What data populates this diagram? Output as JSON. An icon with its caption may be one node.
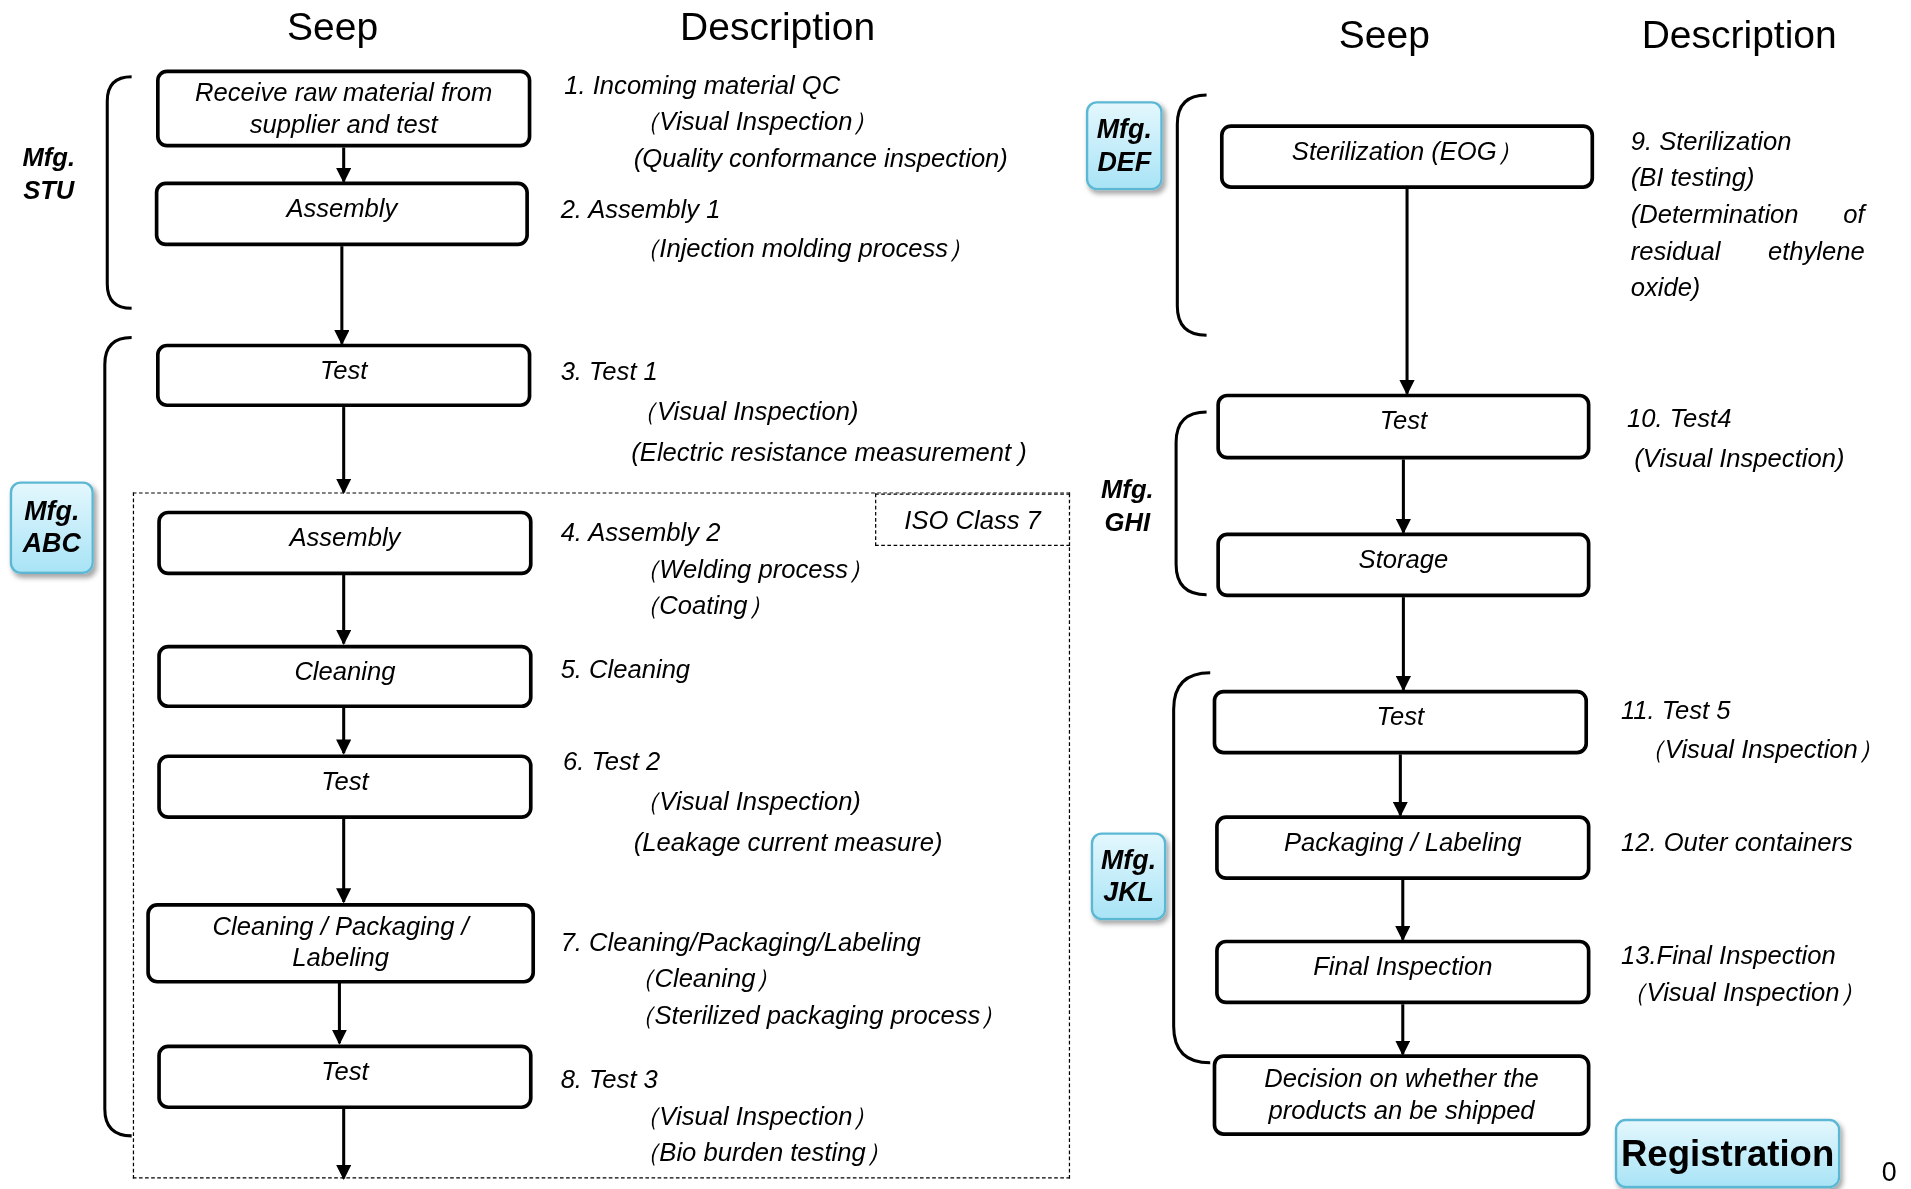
{
  "diagram": {
    "nodes": [
      {
        "text": [
          "Receive raw material from supplier and test"
        ],
        "beside": [
          "1.  Incoming material QC",
          "（Visual Inspection）",
          "(Quality conformance inspection)"
        ]
      },
      {
        "text": [
          "Assembly"
        ],
        "beside": [
          "2.  Assembly 1",
          "（Injection molding process）"
        ]
      },
      {
        "text": [
          "Test"
        ],
        "beside": [
          "3.  Test 1",
          "（Visual Inspection)",
          "(Electric resistance measurement )"
        ]
      },
      {
        "text": [
          "ISO Class 7"
        ]
      },
      {
        "text": [
          "Assembly"
        ],
        "in": 3,
        "beside": [
          "4.  Assembly 2",
          "（Welding process）",
          "（Coating）"
        ]
      },
      {
        "text": [
          "Cleaning"
        ],
        "in": 3,
        "beside": [
          "5.  Cleaning"
        ]
      },
      {
        "text": [
          "Test"
        ],
        "in": 3,
        "beside": [
          "6.  Test 2",
          "（Visual Inspection)",
          "(Leakage current measure)"
        ]
      },
      {
        "text": [
          "Cleaning / Packaging / Labeling"
        ],
        "in": 3,
        "beside": [
          "7.  Cleaning/Packaging/Labeling",
          "（Cleaning）",
          "（Sterilized packaging process）"
        ]
      },
      {
        "text": [
          "Test"
        ],
        "in": 3,
        "beside": [
          "8.  Test 3",
          "（Visual Inspection）",
          "（Bio burden testing）"
        ]
      },
      {
        "text": [
          "Sterilization (EOG）"
        ],
        "beside": [
          "9.  Sterilization",
          "(BI testing)",
          "(Determination of residual ethylene oxide)"
        ]
      },
      {
        "text": [
          "Test"
        ],
        "beside": [
          "10.  Test4",
          "(Visual Inspection)"
        ]
      },
      {
        "text": [
          "Storage"
        ]
      },
      {
        "text": [
          "Test"
        ],
        "beside": [
          "11.  Test 5",
          "（Visual Inspection）"
        ]
      },
      {
        "text": [
          "Packaging / Labeling"
        ],
        "beside": [
          "12.  Outer containers"
        ]
      },
      {
        "text": [
          "Final Inspection"
        ],
        "beside": [
          "13.Final  Inspection",
          "（Visual Inspection）"
        ]
      },
      {
        "text": [
          "Decision on whether the products an be shipped"
        ]
      },
      {
        "text": [
          "Mfg. ABC"
        ]
      },
      {
        "text": [
          "Mfg. DEF"
        ]
      },
      {
        "text": [
          "Mfg. JKL"
        ]
      },
      {
        "text": [
          "Registration"
        ]
      }
    ],
    "edges": [
      {
        "from": 0,
        "to": 1,
        "arrow": "to"
      },
      {
        "from": 1,
        "to": 2,
        "arrow": "to"
      },
      {
        "from": 2,
        "to": 3,
        "arrow": "to"
      },
      {
        "from": 4,
        "to": 5,
        "arrow": "to"
      },
      {
        "from": 5,
        "to": 6,
        "arrow": "to"
      },
      {
        "from": 6,
        "to": 7,
        "arrow": "to"
      },
      {
        "from": 7,
        "to": 8,
        "arrow": "to"
      },
      {
        "from": 8,
        "to": null,
        "arrow": "to"
      },
      {
        "from": 9,
        "to": 10,
        "arrow": "to"
      },
      {
        "from": 10,
        "to": 11,
        "arrow": "to"
      },
      {
        "from": 11,
        "to": 12,
        "arrow": "to"
      },
      {
        "from": 12,
        "to": 13,
        "arrow": "to"
      },
      {
        "from": 13,
        "to": 14,
        "arrow": "to"
      },
      {
        "from": 14,
        "to": 15,
        "arrow": "to"
      }
    ],
    "labels": [
      "Seep",
      "Description",
      "Seep",
      "Description",
      "Mfg. STU",
      "Mfg. GHI",
      "0"
    ]
  }
}
